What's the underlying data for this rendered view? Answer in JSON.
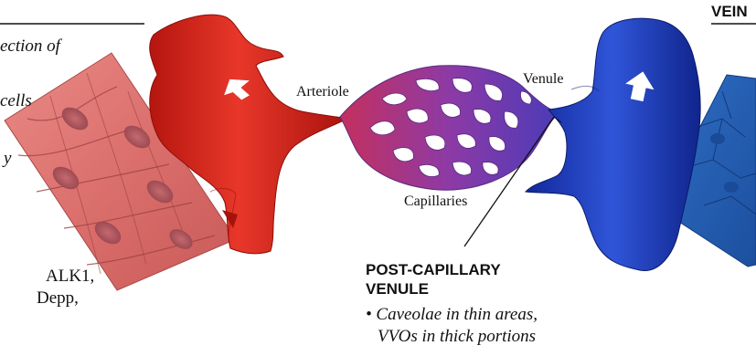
{
  "left_panel": {
    "text_lines": [
      "ection of",
      "cells",
      "y",
      "ALK1,",
      "Depp,"
    ]
  },
  "vessel_labels": {
    "arteriole": "Arteriole",
    "venule": "Venule",
    "capillaries": "Capillaries"
  },
  "vein": {
    "title": "VEIN"
  },
  "callout": {
    "title_line1": "POST-CAPILLARY",
    "title_line2": "VENULE",
    "bullet_line1": "• Caveolae in thin areas,",
    "bullet_line2": "VVOs in thick portions"
  },
  "colors": {
    "artery": "#d9261c",
    "vein": "#1f3fbf",
    "capillary": "#8a3aa8",
    "endothelium_pink": "#e07a78",
    "endothelium_blue": "#3f7fd0"
  }
}
